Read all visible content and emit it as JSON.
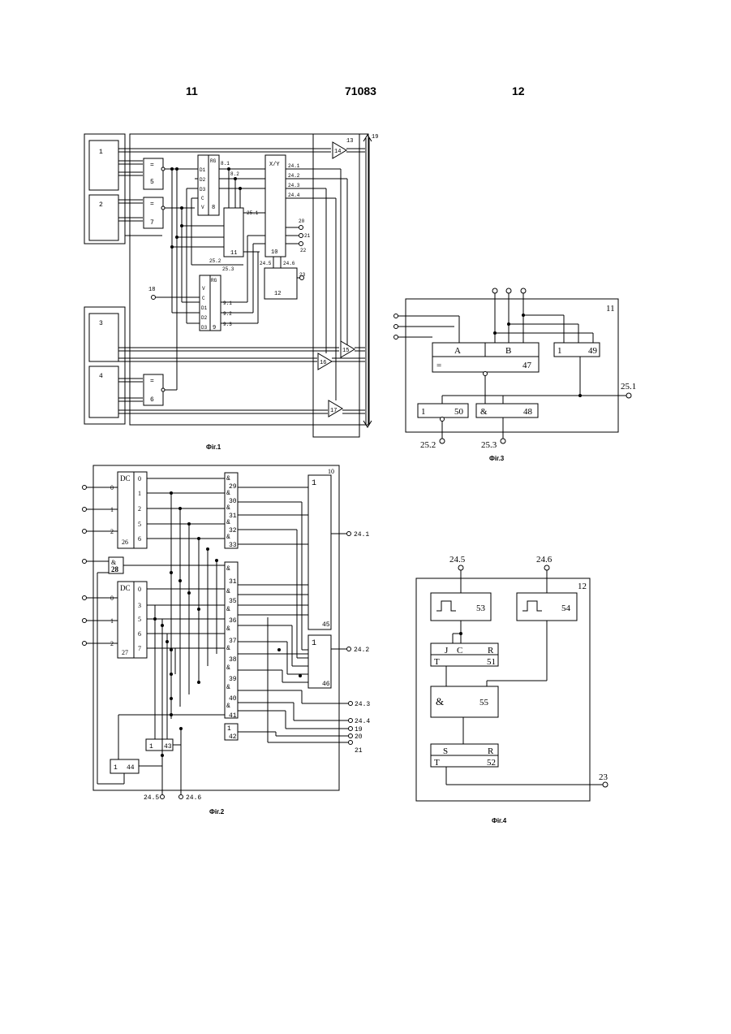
{
  "header": {
    "left": "11",
    "center": "71083",
    "right": "12"
  },
  "fig1": {
    "caption": "Фіг.1",
    "blocks": [
      "1",
      "2",
      "3",
      "4",
      "5",
      "6",
      "7",
      "8",
      "9",
      "10",
      "11",
      "12",
      "13",
      "14",
      "15",
      "16",
      "17"
    ],
    "eq": "=",
    "rg": "RG",
    "xy": "X/Y",
    "inputs8": [
      "D1",
      "D2",
      "D3",
      "C",
      "V"
    ],
    "inputs9": [
      "V",
      "C",
      "D1",
      "D2",
      "D3"
    ],
    "signals": [
      "8.1",
      "8.2",
      "24.1",
      "24.2",
      "24.3",
      "24.4",
      "25.1",
      "25.2",
      "25.3",
      "9.1",
      "9.2",
      "9.3",
      "24.5",
      "24.6",
      "18",
      "19",
      "20",
      "21",
      "22",
      "23"
    ]
  },
  "fig2": {
    "caption": "Фіг.2",
    "block": "10",
    "dc": "DC",
    "dc26_in": [
      "0",
      "1",
      "2"
    ],
    "dc26_out": [
      "0",
      "1",
      "2",
      "5",
      "6"
    ],
    "dc27_in": [
      "0",
      "1",
      "2"
    ],
    "dc27_out": [
      "0",
      "3",
      "5",
      "6",
      "7"
    ],
    "and": "&",
    "or": "1",
    "labels": [
      "26",
      "27",
      "28",
      "29",
      "30",
      "31",
      "32",
      "33",
      "31",
      "35",
      "36",
      "37",
      "38",
      "39",
      "40",
      "41",
      "42",
      "43",
      "44",
      "45",
      "46"
    ],
    "outputs": [
      "24.1",
      "24.2",
      "24.3",
      "24.4",
      "19",
      "20",
      "21"
    ],
    "bottom": [
      "24.5",
      "24.6"
    ]
  },
  "fig3": {
    "caption": "Фіг.3",
    "block": "11",
    "a": "A",
    "b": "B",
    "eq": "=",
    "n47": "47",
    "or1": "1",
    "n49": "49",
    "or2": "1",
    "n50": "50",
    "and": "&",
    "n48": "48",
    "out": [
      "25.1",
      "25.2",
      "25.3"
    ]
  },
  "fig4": {
    "caption": "Фіг.4",
    "block": "12",
    "inputs": [
      "24.5",
      "24.6"
    ],
    "n53": "53",
    "n54": "54",
    "jk": [
      "J",
      "C",
      "R",
      "T",
      "51"
    ],
    "and": "&",
    "n55": "55",
    "sr": [
      "S",
      "R",
      "T",
      "52"
    ],
    "out": "23"
  }
}
